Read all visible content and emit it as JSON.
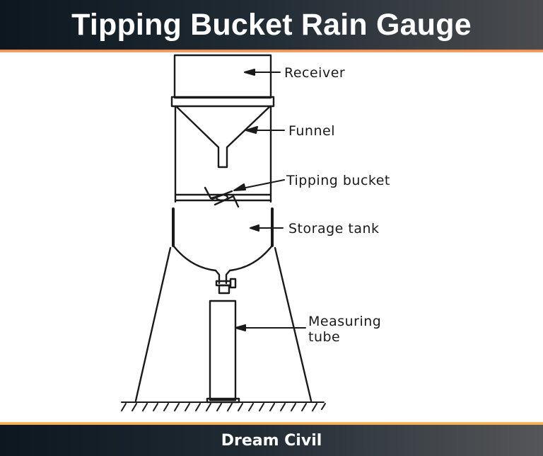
{
  "header": {
    "title": "Tipping Bucket Rain Gauge"
  },
  "diagram": {
    "labels": {
      "receiver": "Receiver",
      "funnel": "Funnel",
      "tipping_bucket": "Tipping bucket",
      "storage_tank": "Storage tank",
      "measuring_tube_line1": "Measuring",
      "measuring_tube_line2": "tube"
    }
  },
  "footer": {
    "brand": "Dream Civil"
  },
  "colors": {
    "banner_dark": "#0d1720",
    "banner_light": "#4a4c4f",
    "header_accent": "#f08a4b",
    "footer_accent": "#f6c067"
  }
}
